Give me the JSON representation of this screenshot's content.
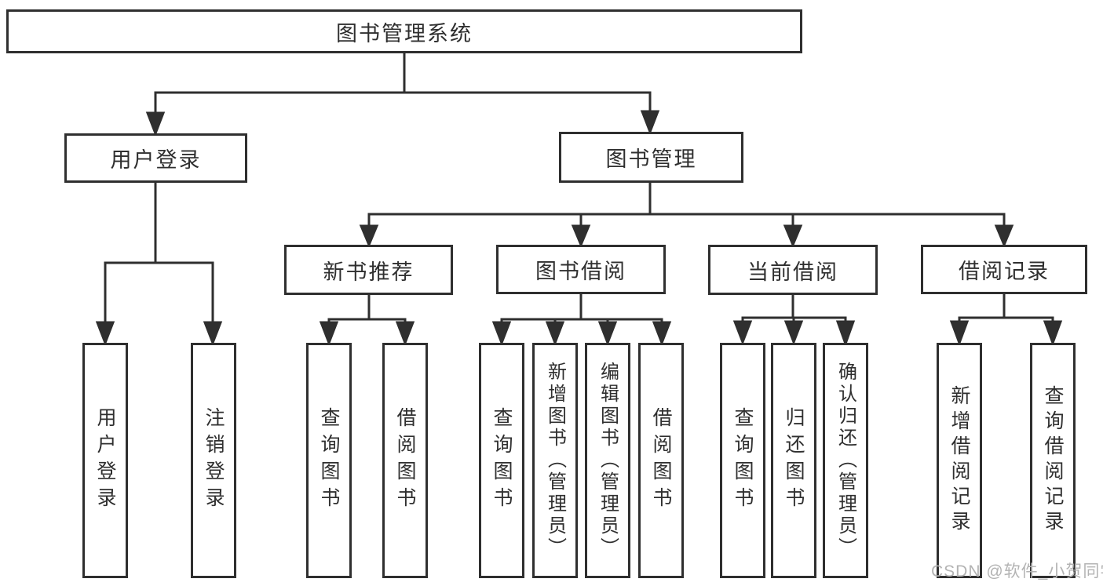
{
  "diagram": {
    "root": {
      "label": "图书管理系统"
    },
    "level2": [
      {
        "label": "用户登录"
      },
      {
        "label": "图书管理"
      }
    ],
    "level3": [
      {
        "label": "新书推荐"
      },
      {
        "label": "图书借阅"
      },
      {
        "label": "当前借阅"
      },
      {
        "label": "借阅记录"
      }
    ],
    "leaves": [
      {
        "label": "用户登录"
      },
      {
        "label": "注销登录"
      },
      {
        "label": "查询图书"
      },
      {
        "label": "借阅图书"
      },
      {
        "label": "查询图书"
      },
      {
        "label": "新增图书（管理员）"
      },
      {
        "label": "编辑图书（管理员）"
      },
      {
        "label": "借阅图书"
      },
      {
        "label": "查询图书"
      },
      {
        "label": "归还图书"
      },
      {
        "label": "确认归还（管理员）"
      },
      {
        "label": "新增借阅记录"
      },
      {
        "label": "查询借阅记录"
      }
    ]
  },
  "watermark": {
    "text": "CSDN @软件_小贺同学"
  },
  "colors": {
    "line": "#2f2f2f",
    "box_border": "#2f2f2f",
    "text": "#2f2f2f",
    "watermark": "#b3b3b3",
    "background": "#ffffff"
  }
}
